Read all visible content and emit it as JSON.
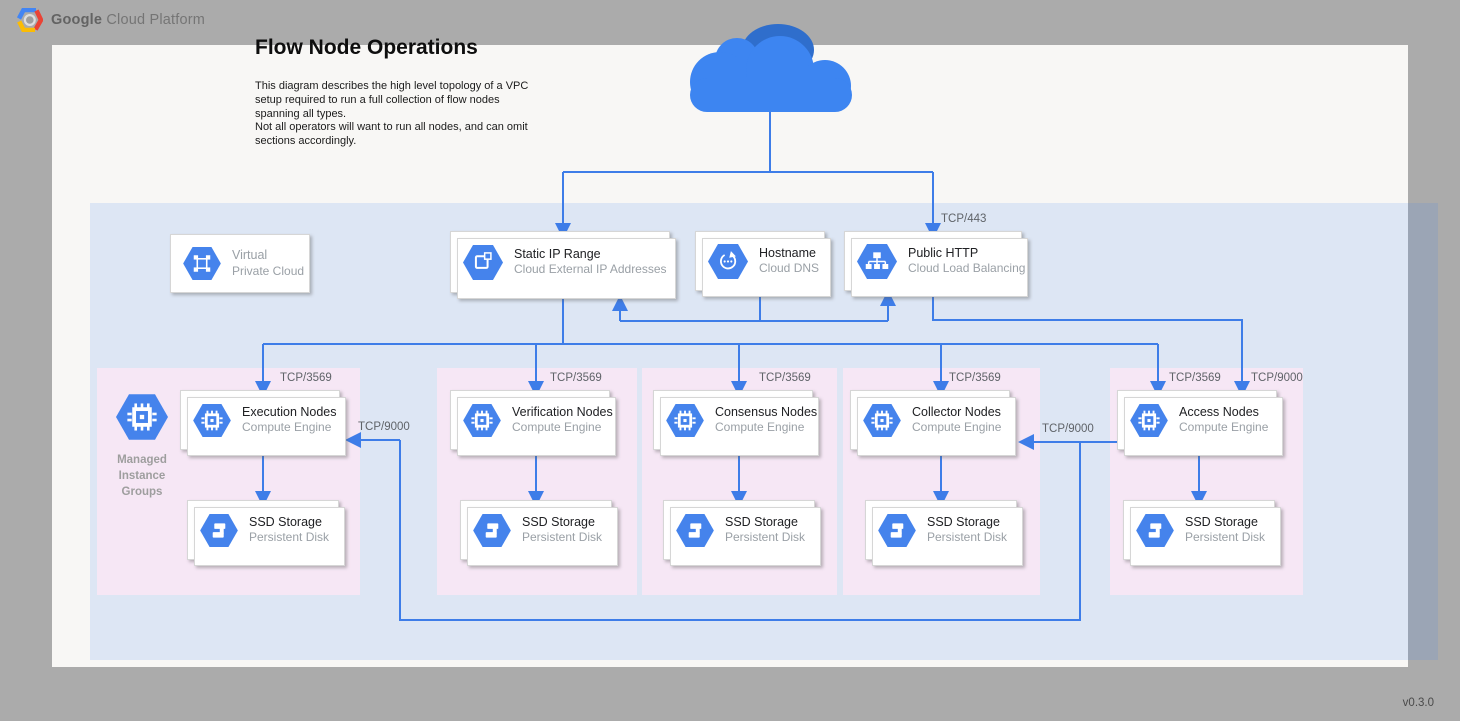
{
  "header": {
    "brand": {
      "bold": "Google",
      "regular": "Cloud Platform"
    }
  },
  "title": "Flow Node Operations",
  "description": "This diagram describes the high level topology of a VPC setup required to run a full collection of flow nodes spanning all types.\nNot all operators will want to run all nodes, and can omit sections accordingly.",
  "version": "v0.3.0",
  "ports": {
    "https": "TCP/443",
    "flow": "TCP/3569",
    "collection": "TCP/9000"
  },
  "cards": {
    "vpc": {
      "title": "Virtual",
      "subtitle": "Private Cloud",
      "icon": "vpc-icon"
    },
    "static_ip": {
      "title": "Static IP Range",
      "subtitle": "Cloud External IP Addresses",
      "icon": "external-ip-icon"
    },
    "hostname": {
      "title": "Hostname",
      "subtitle": "Cloud DNS",
      "icon": "dns-icon"
    },
    "public_http": {
      "title": "Public HTTP",
      "subtitle": "Cloud Load Balancing",
      "icon": "load-balancer-icon"
    }
  },
  "managed_instance_groups_label": "Managed\nInstance\nGroups",
  "groups": [
    {
      "name": "Execution Nodes",
      "platform": "Compute Engine",
      "storage": "SSD Storage",
      "storage_platform": "Persistent Disk"
    },
    {
      "name": "Verification Nodes",
      "platform": "Compute Engine",
      "storage": "SSD Storage",
      "storage_platform": "Persistent Disk"
    },
    {
      "name": "Consensus Nodes",
      "platform": "Compute Engine",
      "storage": "SSD Storage",
      "storage_platform": "Persistent Disk"
    },
    {
      "name": "Collector Nodes",
      "platform": "Compute Engine",
      "storage": "SSD Storage",
      "storage_platform": "Persistent Disk"
    },
    {
      "name": "Access Nodes",
      "platform": "Compute Engine",
      "storage": "SSD Storage",
      "storage_platform": "Persistent Disk"
    }
  ],
  "colors": {
    "background_gray": "#ababab",
    "canvas": "#f8f7f5",
    "vpc_region_blue": "#dcebfa",
    "group_pink": "#f6e7f5",
    "connector_blue": "#3e7de8",
    "icon_hexagon_blue": "#4583ec",
    "cloud_light_blue": "#3d85f1",
    "cloud_dark_blue": "#2f6ecc",
    "title_text": "#202124",
    "subtitle_text": "#9aa0a6"
  }
}
